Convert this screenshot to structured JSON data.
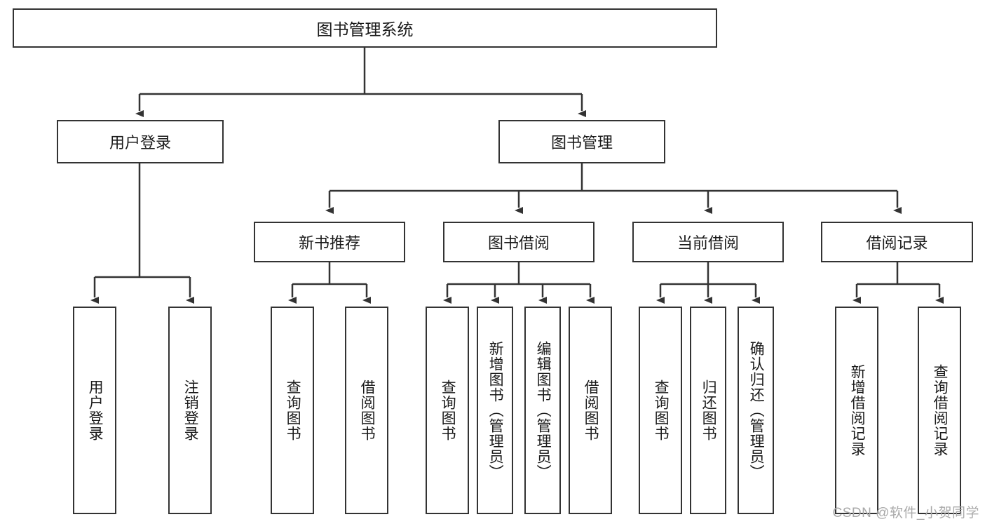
{
  "diagram": {
    "title": "图书管理系统",
    "watermark": "CSDN @软件_小贺同学",
    "stroke_color": "#333333",
    "background_color": "#ffffff",
    "text_color": "#1a1a1a",
    "watermark_color": "#a9a9a9",
    "root": {
      "label": "图书管理系统"
    },
    "level2": [
      {
        "label": "用户登录"
      },
      {
        "label": "图书管理"
      }
    ],
    "level3": [
      {
        "label": "新书推荐"
      },
      {
        "label": "图书借阅"
      },
      {
        "label": "当前借阅"
      },
      {
        "label": "借阅记录"
      }
    ],
    "leaves": [
      {
        "label": "用户登录"
      },
      {
        "label": "注销登录"
      },
      {
        "label": "查询图书"
      },
      {
        "label": "借阅图书"
      },
      {
        "label": "查询图书"
      },
      {
        "label": "新增图书（管理员）"
      },
      {
        "label": "编辑图书（管理员）"
      },
      {
        "label": "借阅图书"
      },
      {
        "label": "查询图书"
      },
      {
        "label": "归还图书"
      },
      {
        "label": "确认归还（管理员）"
      },
      {
        "label": "新增借阅记录"
      },
      {
        "label": "查询借阅记录"
      }
    ]
  }
}
